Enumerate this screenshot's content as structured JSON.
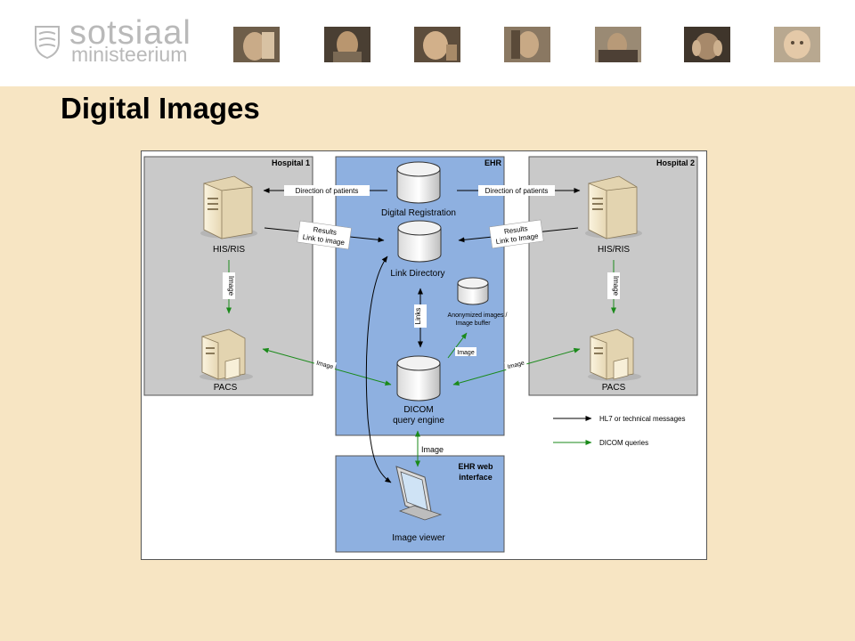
{
  "logo": {
    "line1": "sotsiaal",
    "line2": "ministeerium"
  },
  "page_title": "Digital Images",
  "diagram": {
    "regions": {
      "hospital1": "Hospital 1",
      "ehr": "EHR",
      "hospital2": "Hospital 2",
      "web": [
        "EHR web",
        "interface"
      ]
    },
    "nodes": {
      "his_ris_1": "HIS/RIS",
      "pacs_1": "PACS",
      "his_ris_2": "HIS/RIS",
      "pacs_2": "PACS",
      "digital_registration": "Digital Registration",
      "link_directory": "Link Directory",
      "anonymized": [
        "Anonymized images /",
        "Image buffer"
      ],
      "dicom": [
        "DICOM",
        "query engine"
      ],
      "image_viewer": "Image viewer"
    },
    "edge_labels": {
      "direction_left": "Direction of patients",
      "direction_right": "Direction of patients",
      "results_left": [
        "Results",
        "Link to image"
      ],
      "results_right": [
        "Results",
        "Link to Image"
      ],
      "image_h1_vertical": "Image",
      "image_h2_vertical": "Image",
      "image_left_diag": "Image",
      "image_right_diag": "Image",
      "links": "Links",
      "image_buffer": "Image",
      "image_web": "Image"
    },
    "legend": [
      {
        "label": "HL7 or technical messages",
        "color": "#000000"
      },
      {
        "label": "DICOM queries",
        "color": "#1a8a1a"
      }
    ],
    "colors": {
      "hospital_fill": "#c9c9c9",
      "ehr_fill": "#8eb0e0",
      "hl7_arrow": "#000000",
      "dicom_arrow": "#1a8a1a"
    }
  }
}
